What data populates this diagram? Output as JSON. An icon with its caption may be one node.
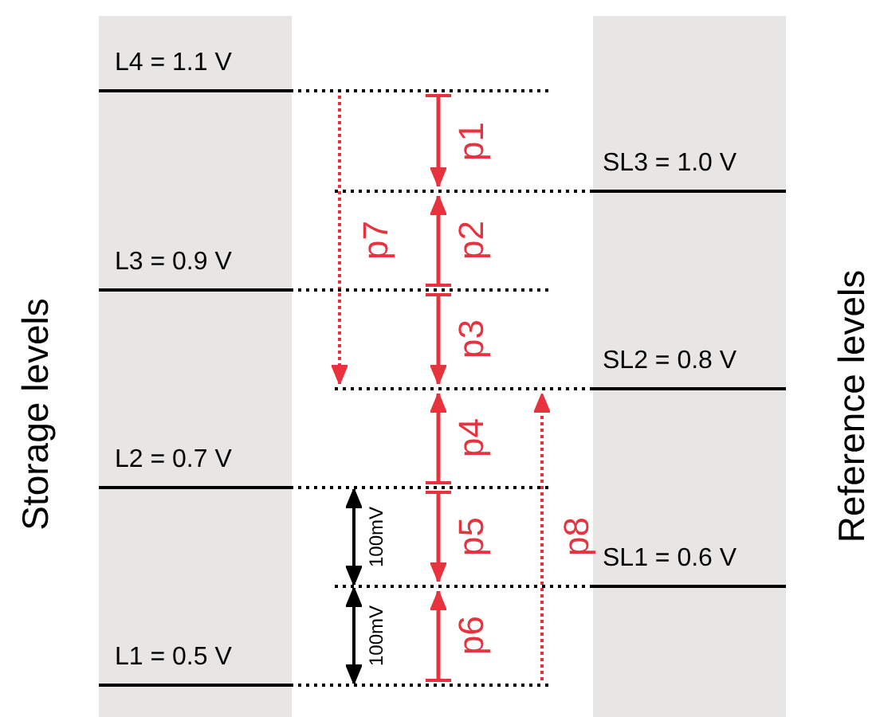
{
  "diagram": {
    "nodes": [
      {
        "text": [],
        "shape": "line",
        "beside": [
          "L4 = 1.1 V"
        ]
      },
      {
        "text": [],
        "shape": "line",
        "beside": [
          "SL3 = 1.0 V"
        ]
      },
      {
        "text": [],
        "shape": "line",
        "beside": [
          "L3 = 0.9 V"
        ]
      },
      {
        "text": [],
        "shape": "line",
        "beside": [
          "SL2 = 0.8 V"
        ]
      },
      {
        "text": [],
        "shape": "line",
        "beside": [
          "L2 = 0.7 V"
        ]
      },
      {
        "text": [],
        "shape": "line",
        "beside": [
          "SL1 = 0.6 V"
        ]
      },
      {
        "text": [],
        "shape": "line",
        "beside": [
          "L1 = 0.5 V"
        ]
      }
    ],
    "edges": [
      {
        "from": 0,
        "to": 1,
        "arrow": "to",
        "label": "p1"
      },
      {
        "from": 2,
        "to": 1,
        "arrow": "to",
        "label": "p2"
      },
      {
        "from": 2,
        "to": 3,
        "arrow": "to",
        "label": "p3"
      },
      {
        "from": 4,
        "to": 3,
        "arrow": "to",
        "label": "p4"
      },
      {
        "from": 4,
        "to": 5,
        "arrow": "to",
        "label": "p5"
      },
      {
        "from": 6,
        "to": 5,
        "arrow": "to",
        "label": "p6"
      },
      {
        "from": 0,
        "to": 3,
        "arrow": "to",
        "label": "p7",
        "style": "dashed"
      },
      {
        "from": 6,
        "to": 3,
        "arrow": "to",
        "label": "p8",
        "style": "dashed"
      }
    ],
    "labels": [
      "Storage levels",
      "Reference levels",
      "100mV",
      "100mV"
    ]
  }
}
